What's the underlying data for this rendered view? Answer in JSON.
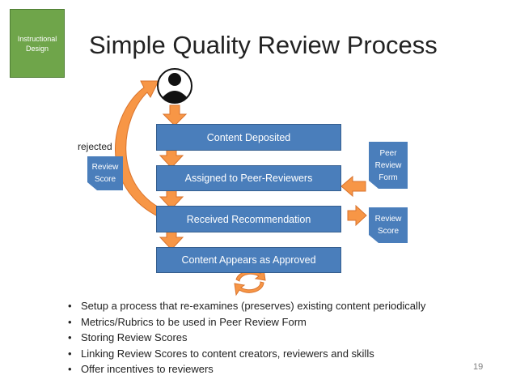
{
  "badge": {
    "label": "Instructional Design"
  },
  "title": "Simple Quality Review Process",
  "process_steps": [
    "Content Deposited",
    "Assigned to Peer-Reviewers",
    "Received Recommendation",
    "Content Appears as Approved"
  ],
  "side_docs": {
    "rejected_label": "rejected",
    "left_review_score": "Review Score",
    "peer_review_form": "Peer Review Form",
    "right_review_score": "Review Score"
  },
  "icons": {
    "person": "user-avatar-icon",
    "cycle": "refresh-cycle-icon"
  },
  "colors": {
    "box_blue": "#4a7ebb",
    "arrow_orange": "#f79646",
    "badge_green": "#6fa54a"
  },
  "bullets": [
    "Setup a process that re-examines (preserves) existing content periodically",
    "Metrics/Rubrics to be used in Peer Review Form",
    "Storing Review Scores",
    "Linking Review Scores to content creators, reviewers and skills",
    "Offer incentives to reviewers"
  ],
  "page_number": "19"
}
